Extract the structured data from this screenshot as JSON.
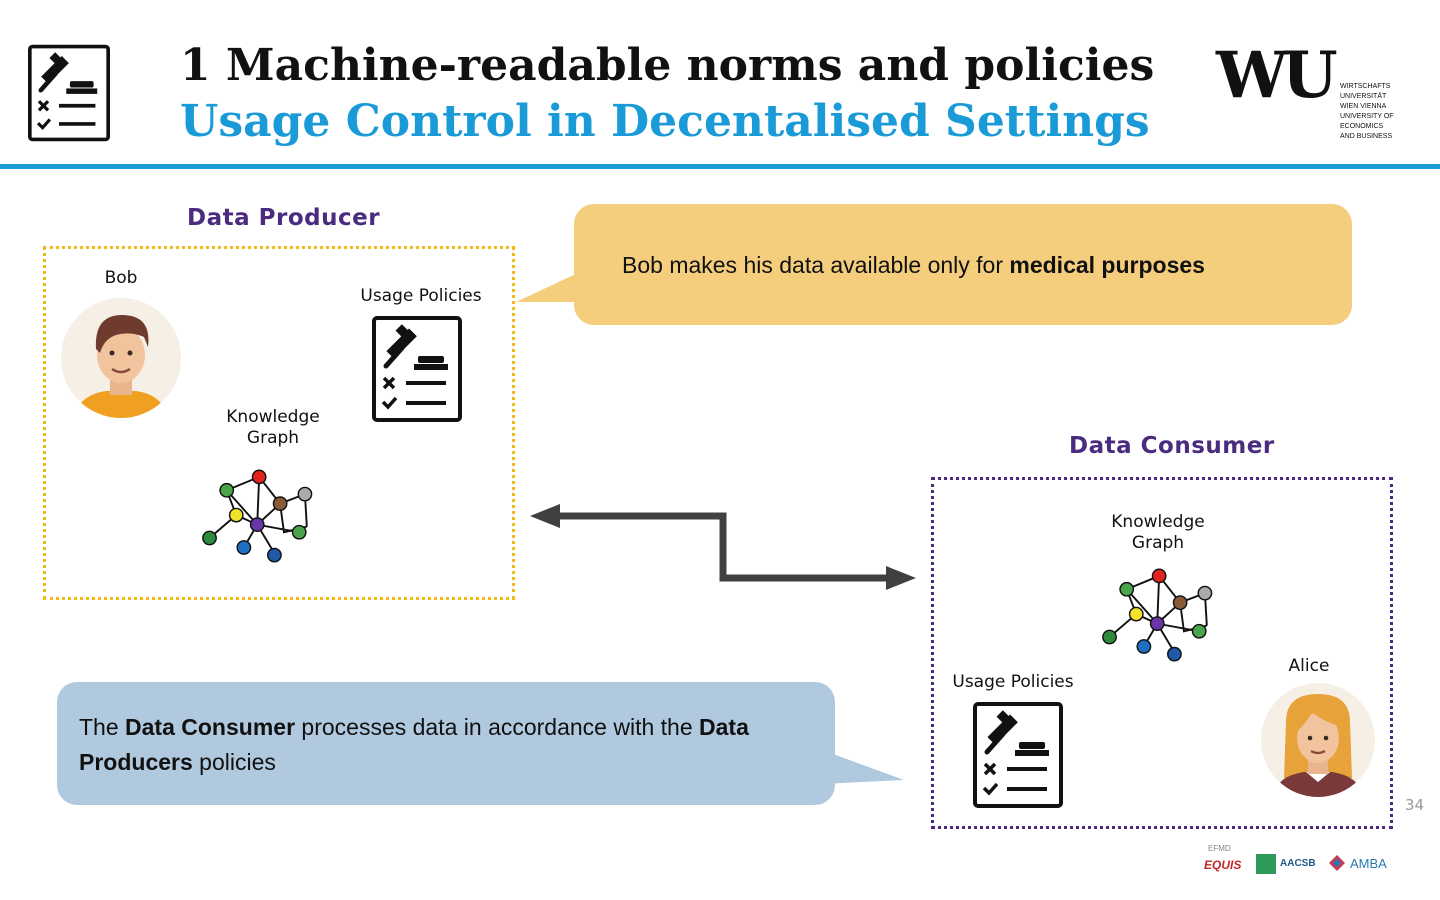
{
  "header": {
    "title_line1": "1 Machine-readable norms and policies",
    "title_line2": "Usage Control in Decentalised Settings",
    "logo_mark": "WU",
    "logo_text": [
      "WIRTSCHAFTS",
      "UNIVERSITÄT",
      "WIEN VIENNA",
      "UNIVERSITY OF",
      "ECONOMICS",
      "AND BUSINESS"
    ]
  },
  "producer": {
    "title": "Data Producer",
    "person_label": "Bob",
    "policies_label": "Usage Policies",
    "graph_label_line1": "Knowledge",
    "graph_label_line2": "Graph"
  },
  "consumer": {
    "title": "Data Consumer",
    "person_label": "Alice",
    "policies_label": "Usage Policies",
    "graph_label_line1": "Knowledge",
    "graph_label_line2": "Graph"
  },
  "callout_top": {
    "text_plain": "Bob makes his data available only for ",
    "text_bold": "medical purposes"
  },
  "callout_bottom": {
    "part1": "The ",
    "bold1": "Data Consumer",
    "part2": " processes data in accordance with the ",
    "bold2": "Data Producers",
    "part3": " policies"
  },
  "footer": {
    "page_number": "34",
    "accreditations": [
      "EFMD",
      "EQUIS",
      "AACSB",
      "AMBA"
    ]
  },
  "colors": {
    "accent_blue": "#1a9bd7",
    "purple": "#4b2b7f",
    "producer_border": "#f5b915",
    "callout_yellow": "#f4cd7d",
    "callout_blue": "#b0c9de"
  }
}
